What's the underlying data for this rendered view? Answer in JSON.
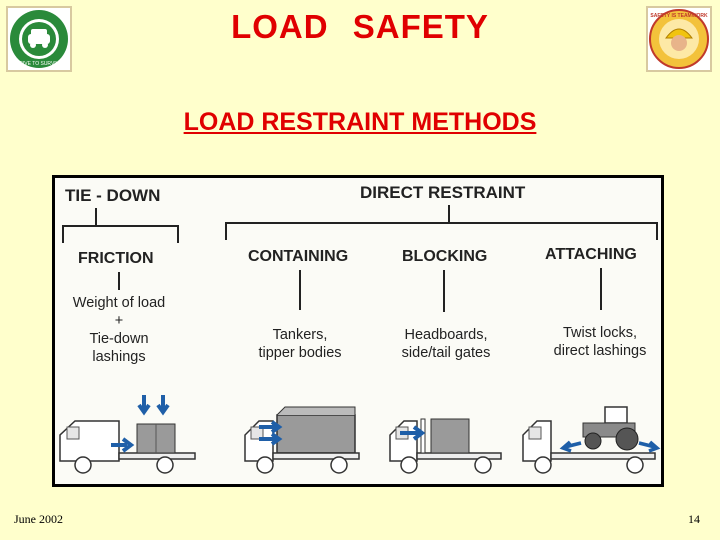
{
  "slide": {
    "title": "LOAD   SAFETY",
    "subtitle": "LOAD RESTRAINT METHODS",
    "footer_date": "June 2002",
    "page_number": "14"
  },
  "logos": {
    "left": {
      "icon": "drive-to-survive-logo",
      "text": "DRIVE TO SURVIVE"
    },
    "right": {
      "icon": "safety-is-teamwork-logo",
      "text": "SAFETY IS TEAMWORK"
    }
  },
  "diagram": {
    "groups": [
      {
        "label": "TIE - DOWN"
      },
      {
        "label": "DIRECT RESTRAINT"
      }
    ],
    "methods": [
      {
        "label": "FRICTION",
        "desc_lines": [
          "Weight of load",
          "+",
          "Tie-down",
          "lashings"
        ]
      },
      {
        "label": "CONTAINING",
        "desc_lines": [
          "Tankers,",
          "tipper bodies"
        ]
      },
      {
        "label": "BLOCKING",
        "desc_lines": [
          "Headboards,",
          "side/tail gates"
        ]
      },
      {
        "label": "ATTACHING",
        "desc_lines": [
          "Twist locks,",
          "direct lashings"
        ]
      }
    ]
  },
  "colors": {
    "title_red": "#e00000",
    "background": "#ffffcc",
    "arrow_blue": "#1f5fa8",
    "load_gray": "#9a9a9a"
  }
}
